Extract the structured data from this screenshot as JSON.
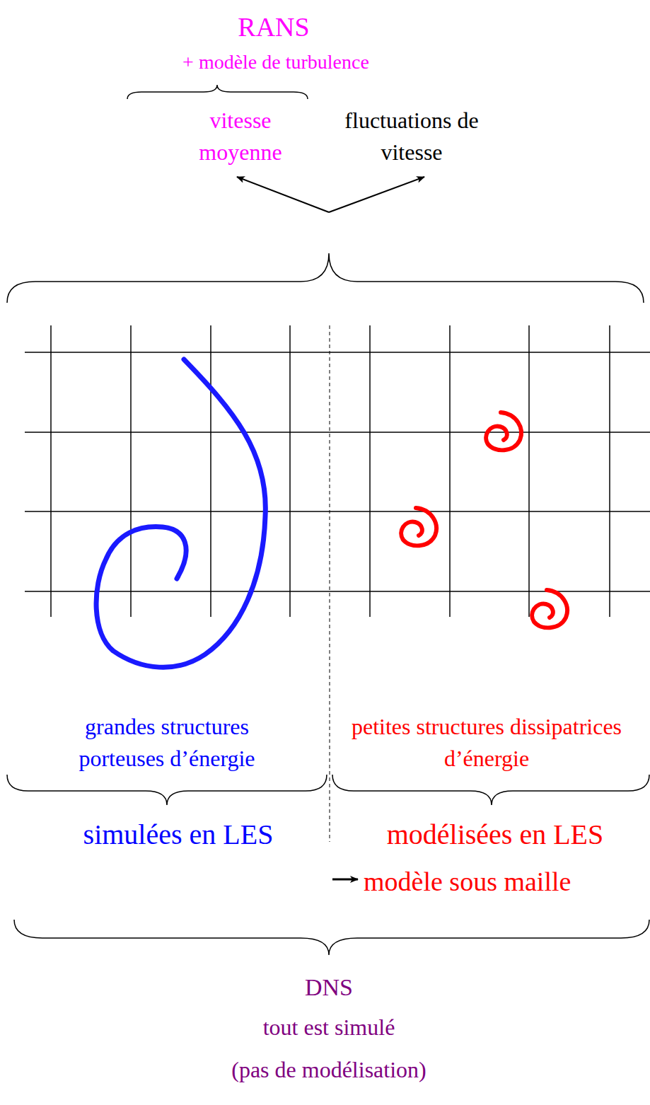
{
  "diagram": {
    "labels": [
      "RANS",
      "+ modèle de turbulence",
      "vitesse moyenne",
      "fluctuations de vitesse",
      "grandes structures porteuses d’énergie",
      "petites structures dissipatrices d’énergie",
      "simulées en LES",
      "modélisées en LES",
      "modèle sous maille",
      "DNS",
      "tout est simulé",
      "(pas de modélisation)"
    ]
  }
}
